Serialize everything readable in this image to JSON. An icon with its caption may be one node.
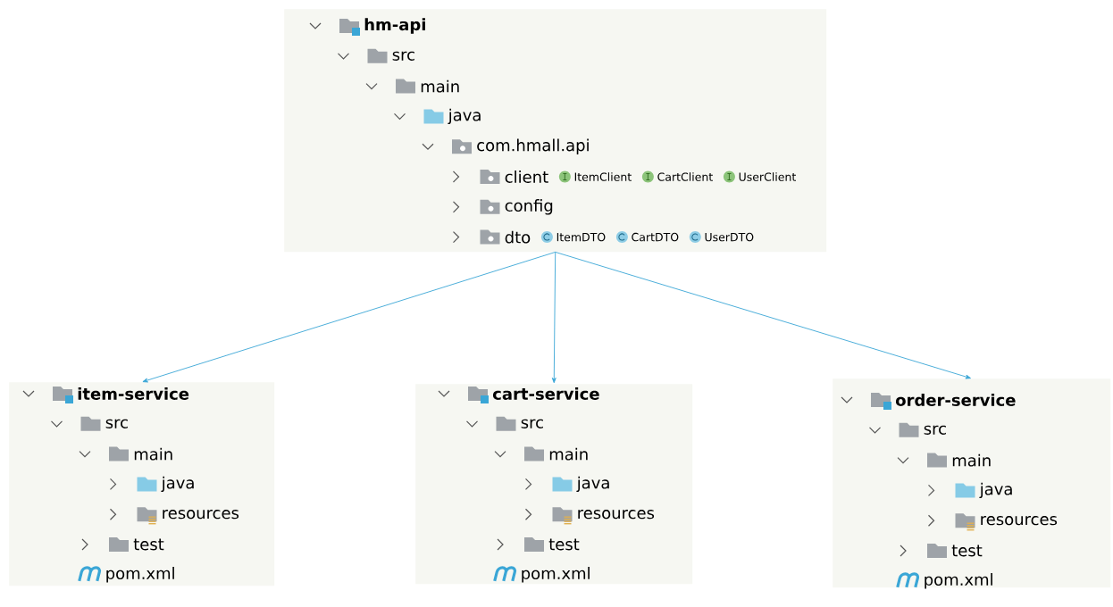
{
  "diagram": {
    "nodes": [
      {
        "text": [
          "hm-api",
          "src",
          "main",
          "java",
          "com.hmall.api",
          "client",
          "ItemClient",
          "CartClient",
          "UserClient",
          "config",
          "dto",
          "ItemDTO",
          "CartDTO",
          "UserDTO"
        ]
      },
      {
        "text": [
          "item-service",
          "src",
          "main",
          "java",
          "resources",
          "test",
          "pom.xml"
        ]
      },
      {
        "text": [
          "cart-service",
          "src",
          "main",
          "java",
          "resources",
          "test",
          "pom.xml"
        ]
      },
      {
        "text": [
          "order-service",
          "src",
          "main",
          "java",
          "resources",
          "test",
          "pom.xml"
        ]
      }
    ],
    "edges": [
      {
        "from": 0,
        "to": 1,
        "arrow": "to"
      },
      {
        "from": 0,
        "to": 2,
        "arrow": "to"
      },
      {
        "from": 0,
        "to": 3,
        "arrow": "to"
      }
    ]
  }
}
